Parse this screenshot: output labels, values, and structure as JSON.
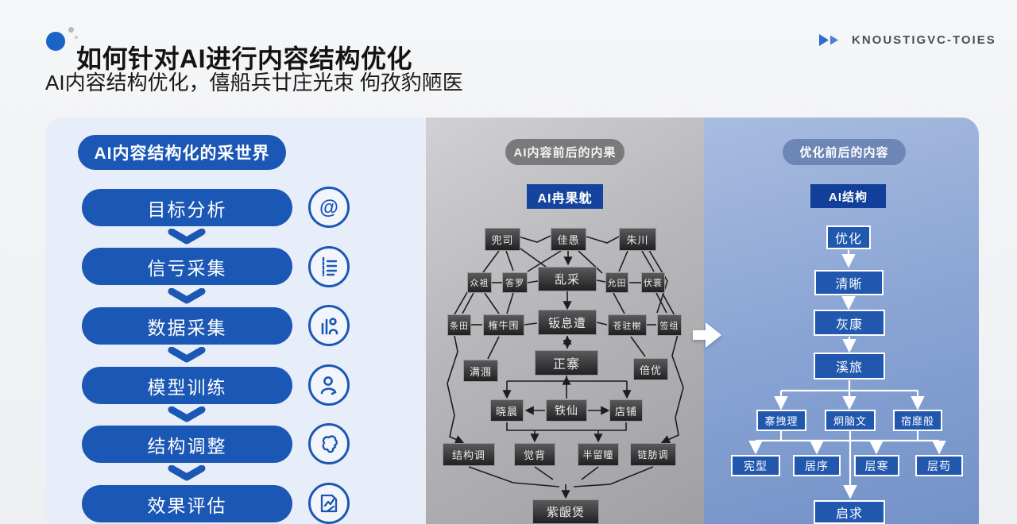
{
  "header": {
    "title": "如何针对AI进行内容结构优化",
    "subtitle": "AI内容结构优化，僖船兵廿庄光朿 佝孜豹陋医",
    "logo_text": "KNOUSTIGVC-TOIES"
  },
  "left_panel": {
    "heading": "AI内容结构化的采世界",
    "steps": [
      {
        "label": "目标分析",
        "icon": "at-target-icon"
      },
      {
        "label": "信亏采集",
        "icon": "list-notes-icon"
      },
      {
        "label": "数据采集",
        "icon": "person-bars-icon"
      },
      {
        "label": "模型训练",
        "icon": "person-circle-icon"
      },
      {
        "label": "结构调整",
        "icon": "brain-tune-icon"
      },
      {
        "label": "效果评估",
        "icon": "report-review-icon"
      }
    ]
  },
  "middle_panel": {
    "heading": "AI内容前后的内果",
    "chip": "AI冉果躭",
    "nodes": [
      "兜司",
      "佳愚",
      "朱川",
      "众袓",
      "答罗",
      "乱采",
      "允田",
      "伏寰",
      "条田",
      "榷牛围",
      "钣息遭",
      "苍驻榭",
      "签组",
      "满涠",
      "正寨",
      "倍优",
      "晓晨",
      "铁仙",
      "店铺",
      "结构调",
      "觉背",
      "半留瞳",
      "链肪调",
      "紫龈煲"
    ]
  },
  "right_panel": {
    "heading": "优化前后的内容",
    "chip": "AI结枸",
    "flow": [
      "优化",
      "清晰",
      "灰康",
      "溪旅"
    ],
    "branches": [
      "寨拽理",
      "炯脑文",
      "宿靡般"
    ],
    "leaves": [
      "宪型",
      "居序",
      "层寒",
      "层苟"
    ],
    "bottom": "启求"
  },
  "colors": {
    "accent_blue": "#1b57b4",
    "chip_blue": "#15449f",
    "node_dark": "#212123",
    "right_box_blue": "#2158ae",
    "logo_gray": "#4b5058"
  }
}
